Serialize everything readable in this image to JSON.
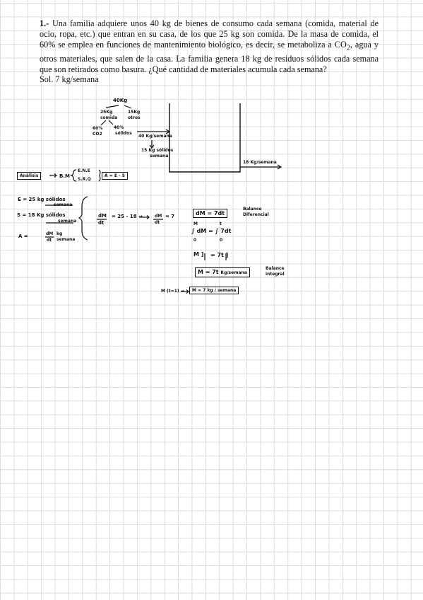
{
  "problem": {
    "number": "1.-",
    "text_part1": " Una familia adquiere unos 40 kg de bienes de consumo cada semana (comida, material de ocio, ropa, etc.) que entran en su casa, de los que 25 kg son comida. De la masa de comida, el 60% se emplea en funciones de mantenimiento biológico, es decir, se metaboliza a CO",
    "co2_subscript": "2",
    "text_part2": ", agua y otros materiales, que salen de la casa. La familia genera 18 kg de residuos sólidos cada semana que son retirados como basura. ¿Qué cantidad de materiales acumula cada semana?",
    "solution": "Sol. 7 kg/semana"
  },
  "tree": {
    "top": "40Kg",
    "left_1": "25Kg",
    "left_2": "comida",
    "right_1": "15Kg",
    "right_2": "otros",
    "pct60_1": "60%",
    "pct60_2": "CO2",
    "pct40_1": "40%",
    "pct40_2": "sólidos"
  },
  "tank": {
    "input_label": "40 Kg/semana",
    "arrow_label_1": "15 Kg sólidos",
    "arrow_label_2": "semana",
    "output_label": "18 Kg/semana"
  },
  "analysis": {
    "label": "Análisis",
    "arrow_text": "B.M",
    "line1": "E.N.E",
    "line2": "S.R.Q",
    "equation": "A = E - S"
  },
  "givens": {
    "E": "E = 25 kg sólidos",
    "E_denom": "semana",
    "S": "S = 18 Kg sólidos",
    "S_denom": "semana",
    "A": "A =",
    "A_frac_num": "dM",
    "A_frac_den": "dt",
    "A_units_num": "kg",
    "A_units_den": "semana"
  },
  "balance": {
    "frac_num": "dM",
    "frac_den": "dt",
    "middle": "= 25 - 18 →",
    "frac2_num": "dM",
    "frac2_den": "dt",
    "result": "= 7",
    "diff_box": "dM = 7dt",
    "diff_label_1": "Balance",
    "diff_label_2": "Diferencial",
    "integral": "∫ dM = ∫ 7dt",
    "int_upper_1": "M",
    "int_lower_1": "0",
    "int_upper_2": "t",
    "int_lower_2": "0",
    "eval": "M ]",
    "eval_rhs": "= 7t ]",
    "int_box": "M = 7t",
    "int_box_units": "Kg/semana",
    "int_label_1": "Balance",
    "int_label_2": "integral",
    "final_left": "M (t=1) →",
    "final_box": "M = 7 kg / semana"
  }
}
